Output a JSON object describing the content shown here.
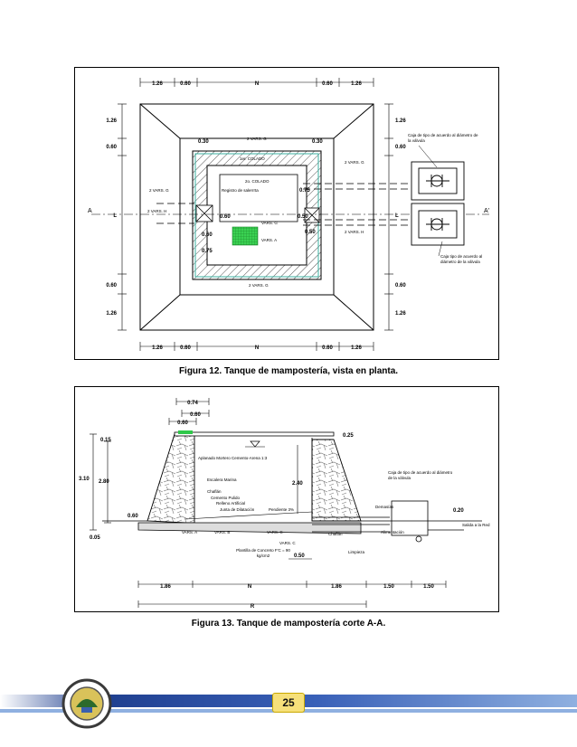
{
  "fig12": {
    "caption": "Figura 12. Tanque de mampostería, vista en planta.",
    "dim_126": "1.26",
    "dim_060": "0.60",
    "dim_N": "N",
    "dim_L": "L",
    "dim_030": "0.30",
    "dim_075": "0.75",
    "dim_050": "0.50",
    "section_A": "A",
    "section_A_prime": "A'",
    "label_2vars_g": "2 VARS. G",
    "label_2vars_h": "2 VARS. H",
    "label_2vars_h_right": "2 VARS. H",
    "label_vars_g": "VARS. G",
    "label_vars_a": "VARS. A",
    "label_1er_colado": "1er. COLADO",
    "label_2o_colado": "2o. COLADO",
    "label_registro": "Registro de salerrrta",
    "label_caja_top": "Caja de tipo de acuerdo al diámetro de la válvula",
    "label_caja_bottom": "Caja tipo de acuerdo al diámetro de la válvula"
  },
  "fig13": {
    "caption": "Figura 13. Tanque de mampostería corte A-A.",
    "dim_074": "0.74",
    "dim_060": "0.60",
    "dim_015": "0.15",
    "dim_025": "0.25",
    "dim_310": "3.10",
    "dim_280": "2.80",
    "dim_240": "2.40",
    "dim_020": "0.20",
    "dim_005": "0.05",
    "dim_050": "0.50",
    "dim_186": "1.86",
    "dim_150": "1.50",
    "dim_N": "N",
    "dim_R": "R",
    "label_aplanado": "Aplanado Mortero Cemento-Arena 1:3",
    "label_escalera": "Escalera Marina",
    "label_chaflan": "Chaflán",
    "label_cemento": "Cemento Pulido",
    "label_relleno": "Relleno Artificial",
    "label_junta": "Junta de Dilatación",
    "label_pendiente": "Pendiente 3%",
    "label_vars_a": "VARS. A",
    "label_vars_b": "VARS. B",
    "label_vars_c": "VARS. C",
    "label_vars_c2": "VARS. C",
    "label_plantilla": "Plantilla de Concreto F'C = 90 kg/cm2",
    "label_chaflan2": "Chaflán",
    "label_limpieza": "Limpieza",
    "label_demasias": "Demasías",
    "label_alimentacion": "Alimentación",
    "label_caja": "Caja de tipo de acuerdo al diámetro de la válvula",
    "label_salida": "Salida a la Red"
  },
  "footer": {
    "page_number": "25"
  },
  "colors": {
    "hatch_green": "#2fc84a",
    "footer_blue": "#1f3f8f",
    "footer_light": "#8fb0e0",
    "page_badge": "#f6e07a"
  }
}
